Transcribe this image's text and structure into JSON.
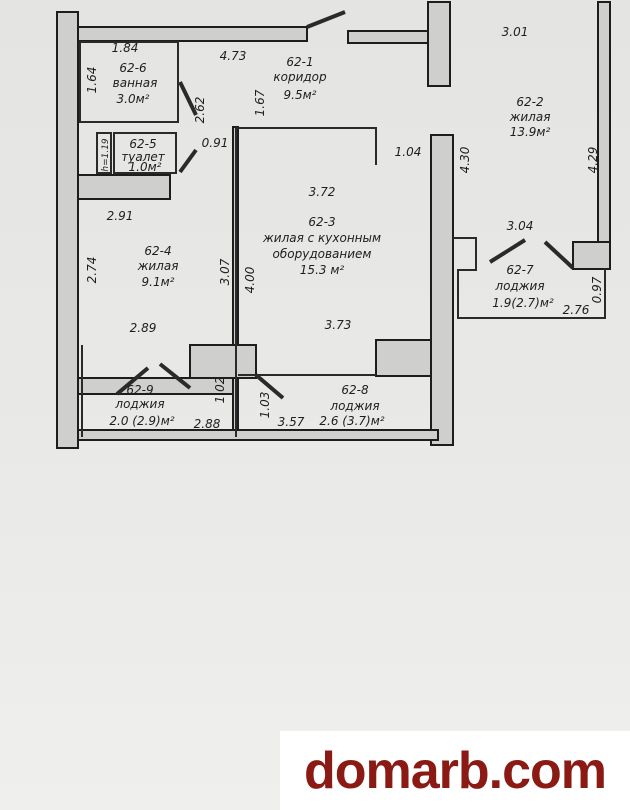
{
  "rooms": {
    "r1": {
      "id": "62-1",
      "name": "коридор",
      "area": "9.5м²"
    },
    "r2": {
      "id": "62-2",
      "name": "жилая",
      "area": "13.9м²"
    },
    "r3": {
      "id": "62-3",
      "name": "жилая с кухонным",
      "name2": "оборудованием",
      "area": "15.3 м²"
    },
    "r4": {
      "id": "62-4",
      "name": "жилая",
      "area": "9.1м²"
    },
    "r5": {
      "id": "62-5",
      "name": "туалет",
      "area": "1.0м²"
    },
    "r6": {
      "id": "62-6",
      "name": "ванная",
      "area": "3.0м²"
    },
    "r7": {
      "id": "62-7",
      "name": "лоджия",
      "area": "1.9(2.7)м²"
    },
    "r8": {
      "id": "62-8",
      "name": "лоджия",
      "area": "2.6 (3.7)м²"
    },
    "r9": {
      "id": "62-9",
      "name": "лоджия",
      "area": "2.0 (2.9)м²"
    }
  },
  "dims": {
    "d184": "1.84",
    "d164": "1.64",
    "d473": "4.73",
    "d167": "1.67",
    "d262": "2.62",
    "h119": "h=1.19",
    "d091": "0.91",
    "d104": "1.04",
    "d301": "3.01",
    "d430": "4.30",
    "d429": "4.29",
    "d372": "3.72",
    "d291": "2.91",
    "d274": "2.74",
    "d307": "3.07",
    "d400": "4.00",
    "d304": "3.04",
    "d097": "0.97",
    "d276": "2.76",
    "d289": "2.89",
    "d373": "3.73",
    "d102": "1.02",
    "d288": "2.88",
    "d103": "1.03",
    "d357": "3.57"
  },
  "watermark": "domarb.com"
}
